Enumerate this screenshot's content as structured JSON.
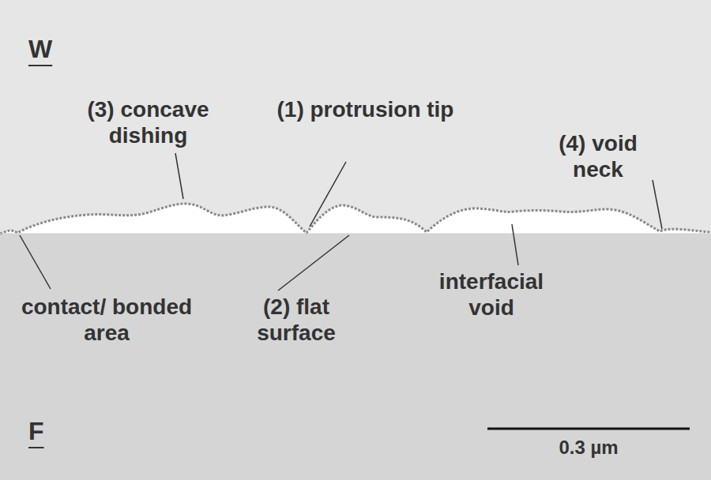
{
  "diagram": {
    "labels": [
      "W",
      "(3) concave dishing",
      "(1) protrusion tip",
      "(4) void neck",
      "contact/ bonded area",
      "(2) flat surface",
      "interfacial void",
      "F",
      "0.3 µm"
    ]
  }
}
